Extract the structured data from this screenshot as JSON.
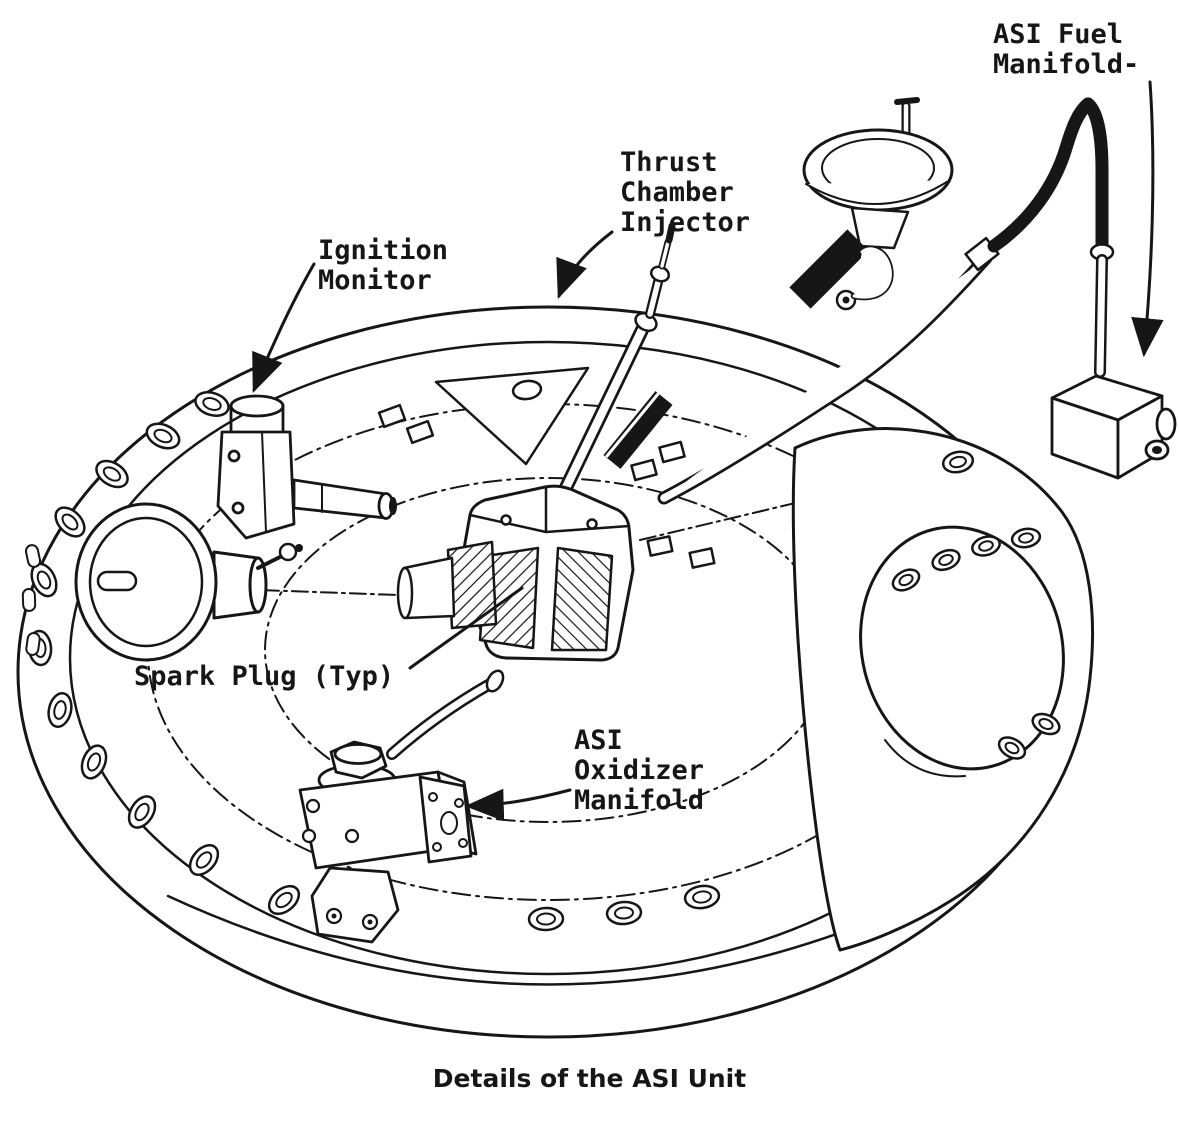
{
  "figure": {
    "caption": "Details of the ASI Unit"
  },
  "labels": {
    "asi_fuel_manifold": "ASI Fuel\nManifold-",
    "thrust_chamber_injector": "Thrust\nChamber\nInjector",
    "ignition_monitor": "Ignition\nMonitor",
    "spark_plug": "Spark Plug (Typ)",
    "asi_oxidizer_manifold": "ASI\nOxidizer\nManifold"
  },
  "colors": {
    "ink": "#161616",
    "paper": "#ffffff"
  }
}
